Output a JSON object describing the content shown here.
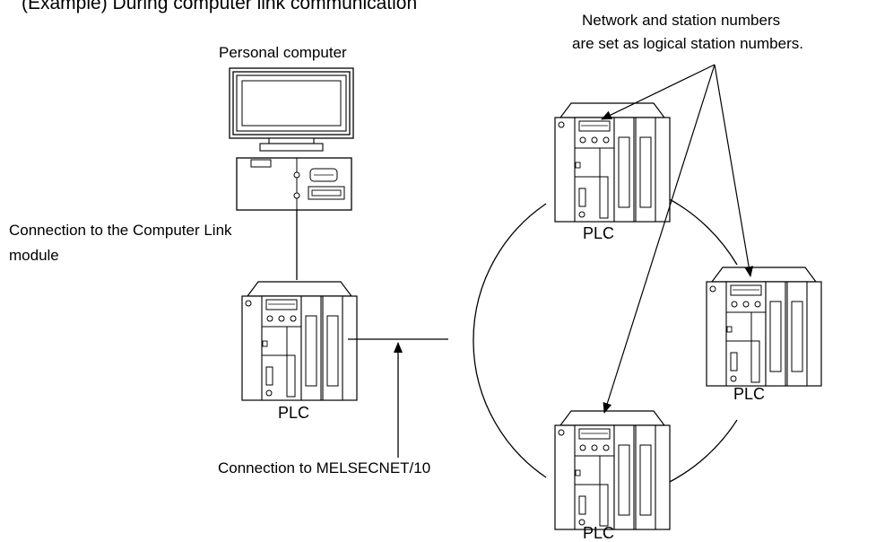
{
  "title": "(Example) During computer link communication",
  "note": {
    "line1": "Network and station numbers",
    "line2": "are set as logical station numbers."
  },
  "personal_computer_label": "Personal computer",
  "computer_link_label": {
    "line1": "Connection to the Computer Link",
    "line2": "module"
  },
  "melsecnet_label": "Connection to MELSECNET/10",
  "plc_label": "PLC"
}
